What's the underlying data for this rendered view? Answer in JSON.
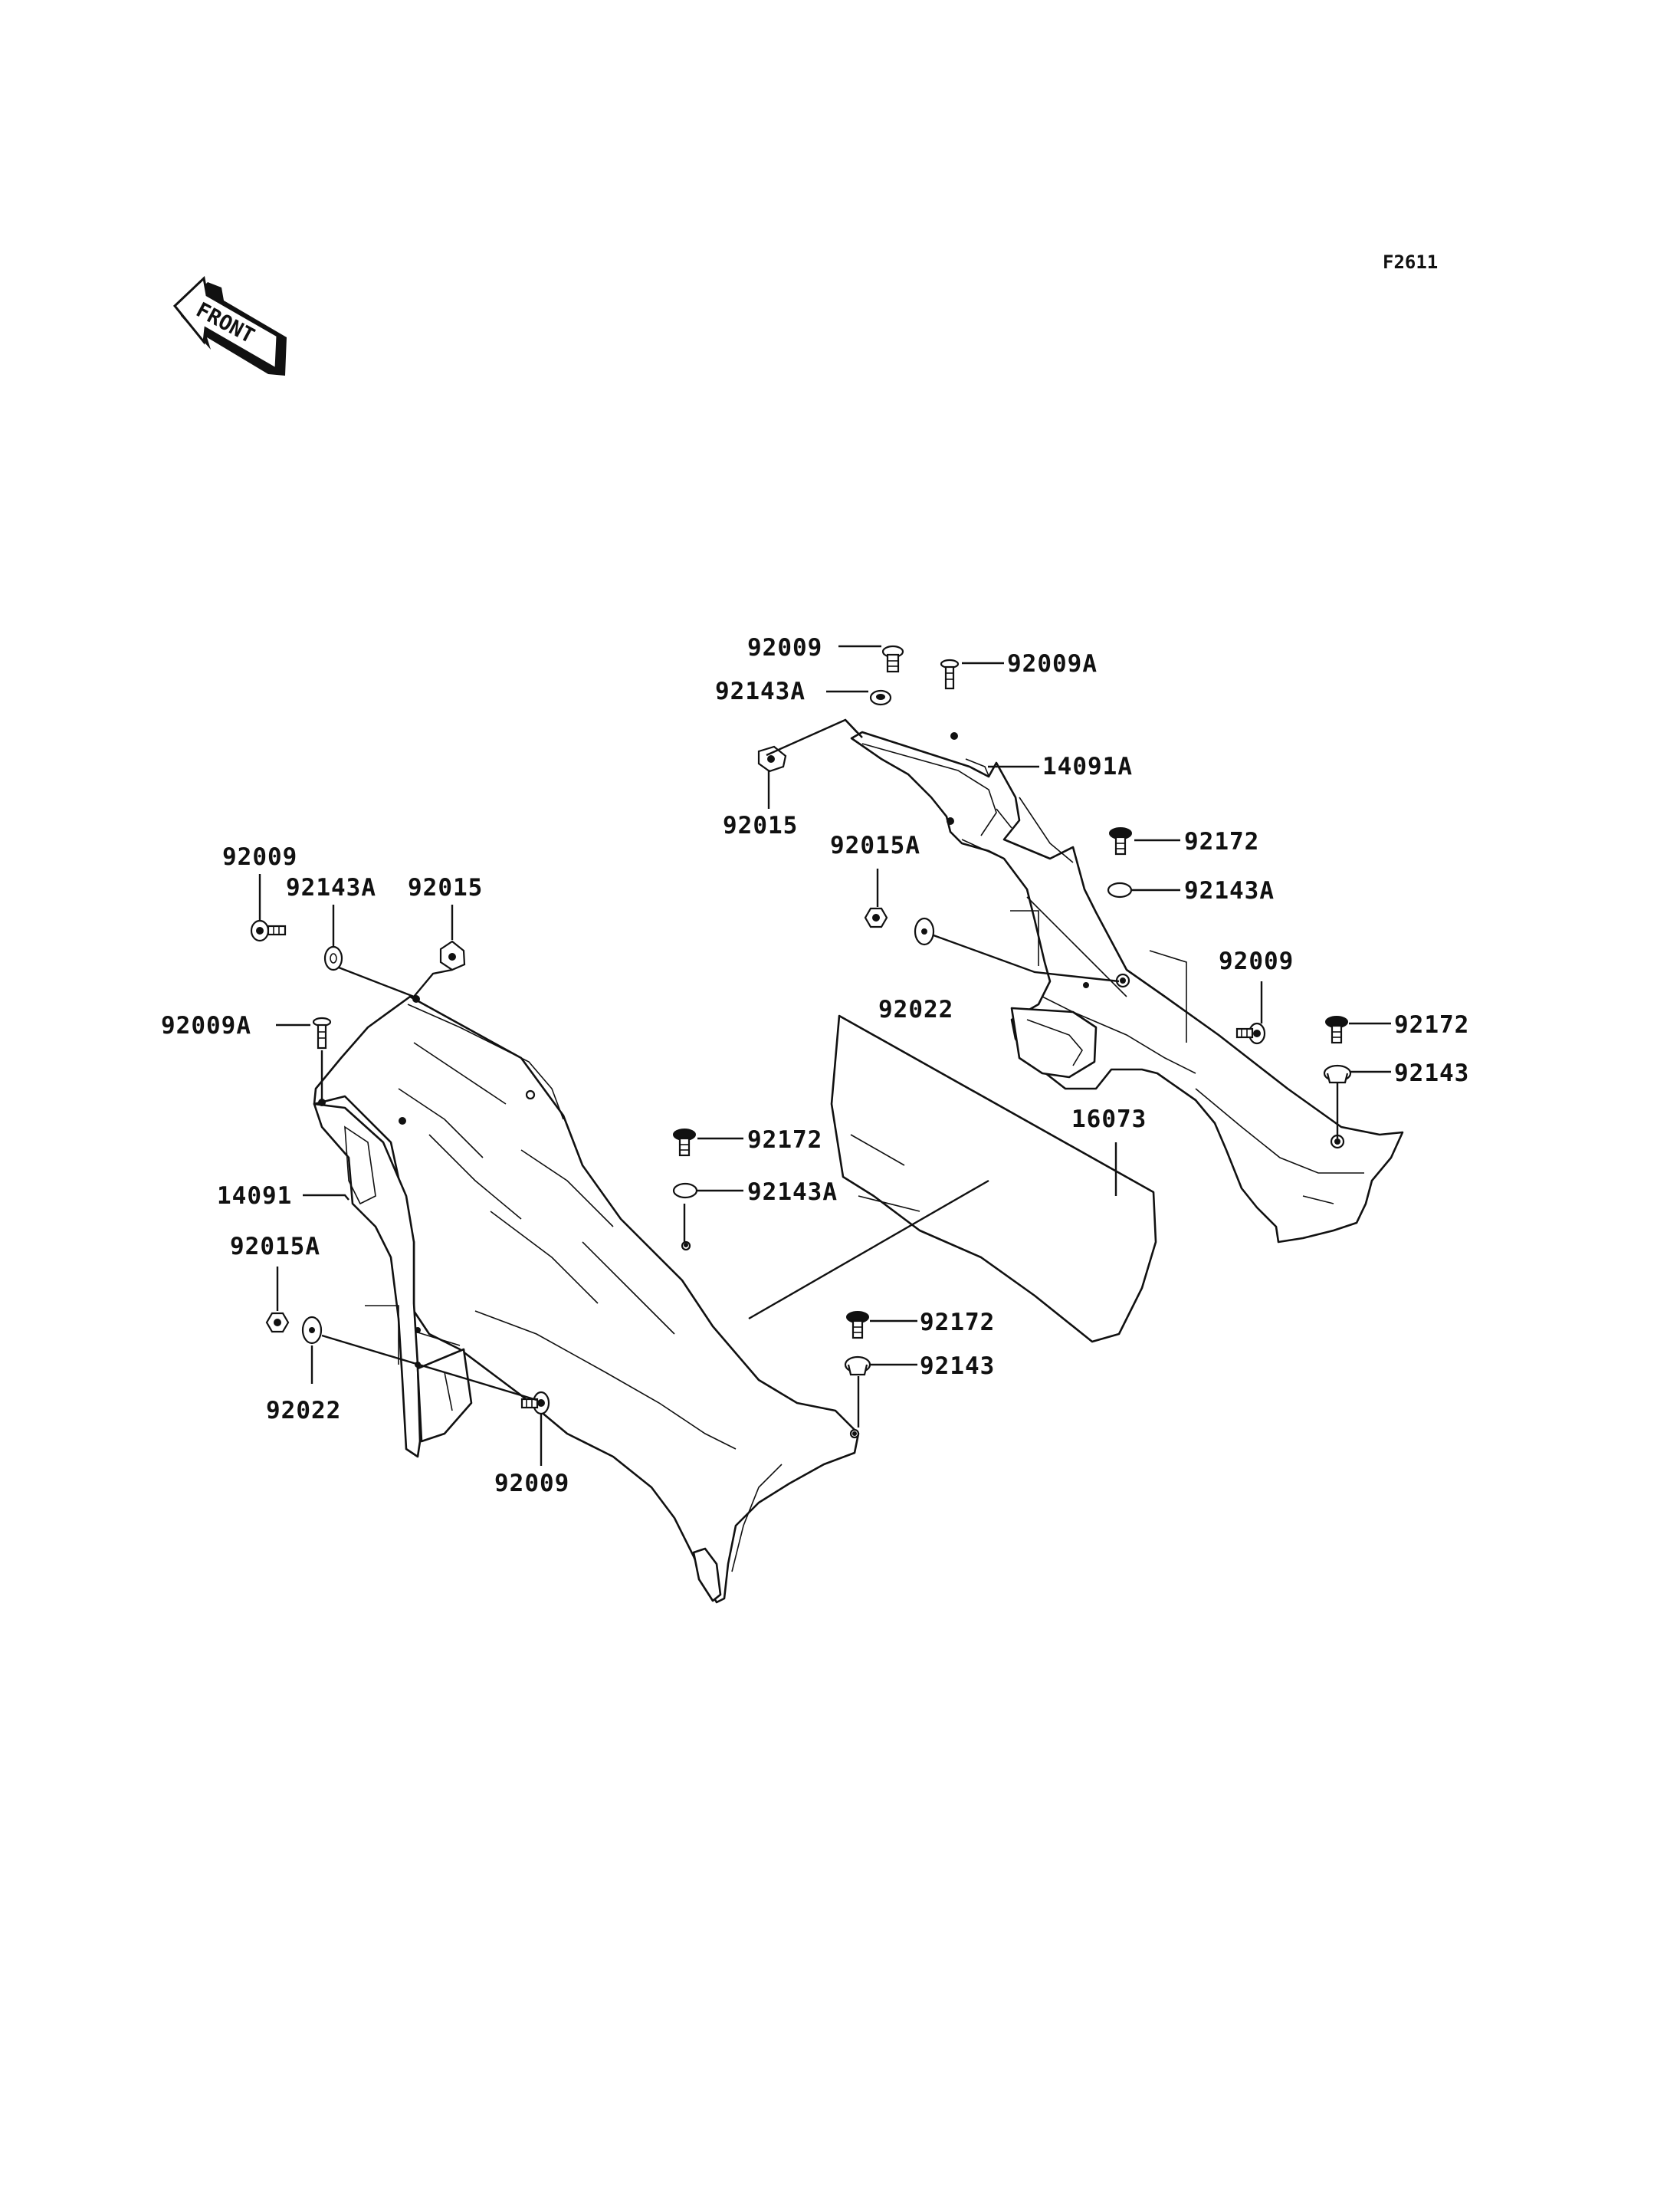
{
  "figure_code": "F2611",
  "front_marker": "FRONT",
  "labels": {
    "r_92009_top": "92009",
    "r_92009A_top": "92009A",
    "r_92143A_top": "92143A",
    "r_14091A": "14091A",
    "r_92015": "92015",
    "r_92015A": "92015A",
    "r_92172_a": "92172",
    "r_92143A_b": "92143A",
    "r_92022": "92022",
    "r_92009_b": "92009",
    "r_92172_b": "92172",
    "r_92143": "92143",
    "l_92009_top": "92009",
    "l_92143A": "92143A",
    "l_92015": "92015",
    "l_92009A": "92009A",
    "l_14091": "14091",
    "l_92015A": "92015A",
    "l_92022": "92022",
    "l_92009_bottom": "92009",
    "m_92172_a": "92172",
    "m_92143A": "92143A",
    "m_16073": "16073",
    "m_92172_b": "92172",
    "m_92143": "92143"
  }
}
